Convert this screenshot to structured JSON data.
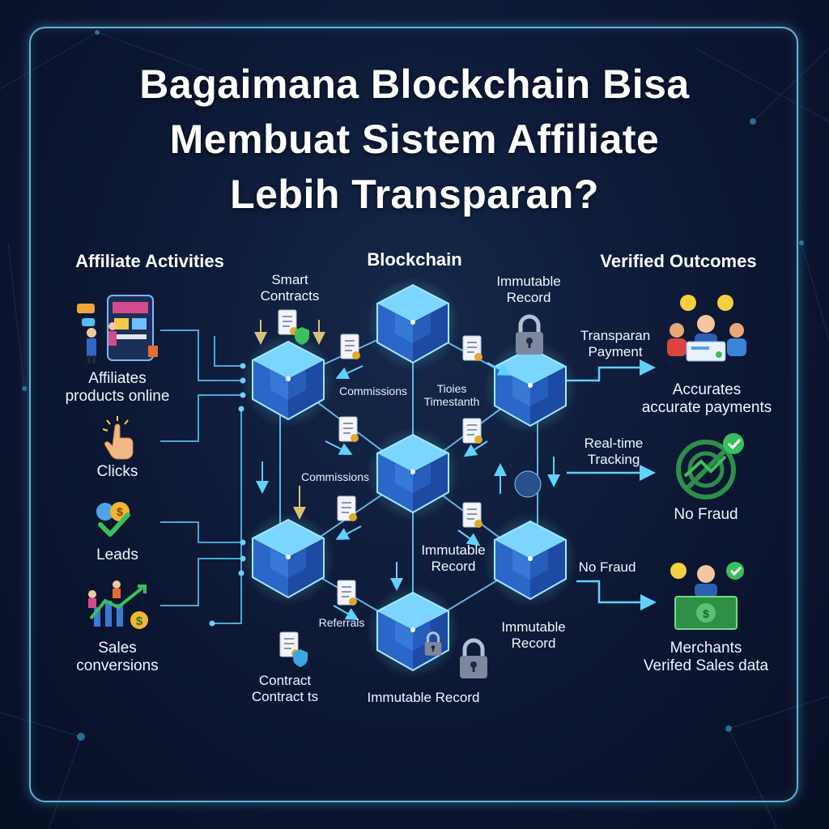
{
  "title": {
    "lines": [
      "Bagaimana Blockchain Bisa",
      "Membuat Sistem Affiliate",
      "Lebih Transparan?"
    ]
  },
  "columns": {
    "left": "Affiliate Activities",
    "center": "Blockchain",
    "right": "Verified Outcomes"
  },
  "affiliate_activities": [
    {
      "lines": [
        "Affiliates",
        "products online"
      ],
      "icon": "online-store-icon"
    },
    {
      "lines": [
        "Clicks"
      ],
      "icon": "pointing-hand-icon"
    },
    {
      "lines": [
        "Leads"
      ],
      "icon": "coins-check-icon"
    },
    {
      "lines": [
        "Sales",
        "conversions"
      ],
      "icon": "growth-chart-icon"
    }
  ],
  "blockchain_labels": {
    "smart_contracts": [
      "Smart",
      "Contracts"
    ],
    "immutable_top": [
      "Immutable",
      "Record"
    ],
    "commissions_top": "Commissions",
    "timestamp": [
      "Tioies",
      "Timestanth"
    ],
    "commissions_mid": "Commissions",
    "immutable_mid": [
      "Immutable",
      "Record"
    ],
    "referrals": "Referrals",
    "immutable_right": [
      "Immutable",
      "Record"
    ],
    "contract": [
      "Contract",
      "Contract ts"
    ],
    "immutable_bottom": "Immutable Record"
  },
  "flow_labels": {
    "transparan": [
      "Transparan",
      "Payment"
    ],
    "realtime": [
      "Real-time",
      "Tracking"
    ],
    "nofraud": "No Fraud"
  },
  "verified_outcomes": [
    {
      "lines": [
        "Accurates",
        "accurate payments"
      ],
      "icon": "happy-users-icon"
    },
    {
      "lines": [
        "No Fraud"
      ],
      "icon": "no-fraud-icon"
    },
    {
      "lines": [
        "Merchants",
        "Verifed Sales data"
      ],
      "icon": "merchant-money-icon"
    }
  ],
  "colors": {
    "accent": "#5fd2ff",
    "cube_top": "#7ad6ff",
    "cube_left": "#2a67c9",
    "cube_right": "#1d4aa3",
    "frame": "#5fb4d6",
    "check_green": "#3bbf5a",
    "padlock": "#9aa7c0"
  }
}
